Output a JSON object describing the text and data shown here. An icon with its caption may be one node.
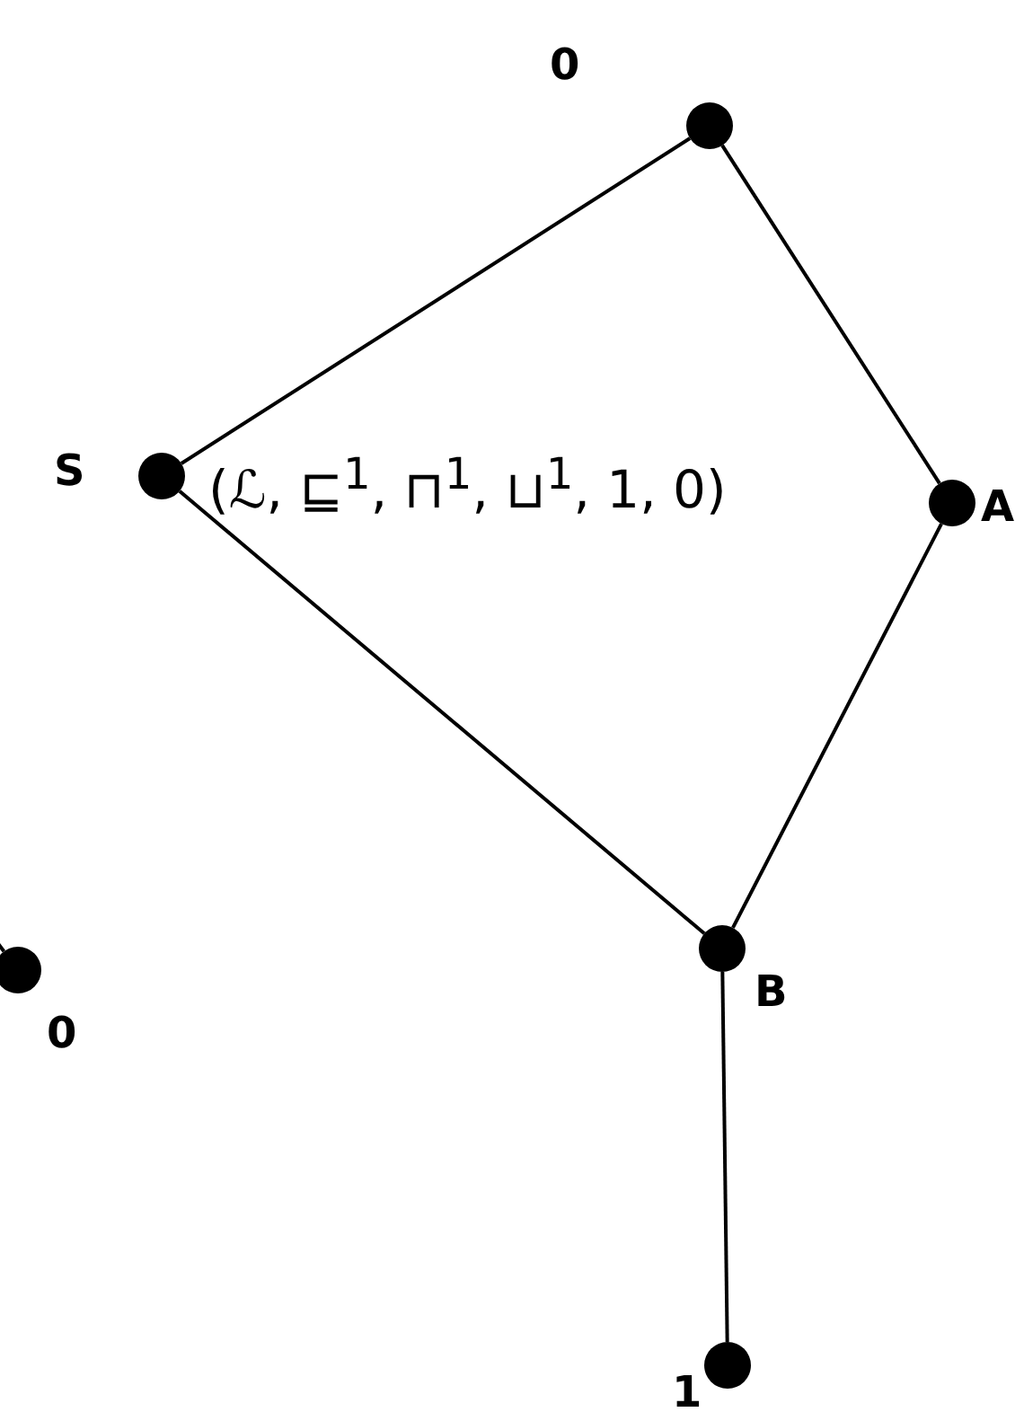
{
  "diagram": {
    "nodes": [
      {
        "text": [],
        "shape": "circle",
        "beside": [
          "0"
        ]
      },
      {
        "text": [],
        "shape": "circle",
        "beside": [
          "S"
        ]
      },
      {
        "text": [],
        "shape": "circle",
        "beside": [
          "A"
        ]
      },
      {
        "text": [],
        "shape": "circle",
        "beside": [
          "B"
        ]
      },
      {
        "text": [],
        "shape": "circle",
        "beside": [
          "0"
        ]
      },
      {
        "text": [],
        "shape": "circle",
        "beside": [
          "1"
        ]
      }
    ],
    "edges": [
      {
        "from": 0,
        "to": 1,
        "arrow": "none"
      },
      {
        "from": 0,
        "to": 2,
        "arrow": "none"
      },
      {
        "from": 1,
        "to": 3,
        "arrow": "none"
      },
      {
        "from": 2,
        "to": 3,
        "arrow": "none"
      },
      {
        "from": 3,
        "to": 5,
        "arrow": "none"
      },
      {
        "from": null,
        "to": 4,
        "arrow": "none"
      }
    ],
    "labels": [
      "(ℒ, ⊑$^{1}$, ⊓$^{1}$, ⊔$^{1}$, 1, 0)"
    ]
  }
}
